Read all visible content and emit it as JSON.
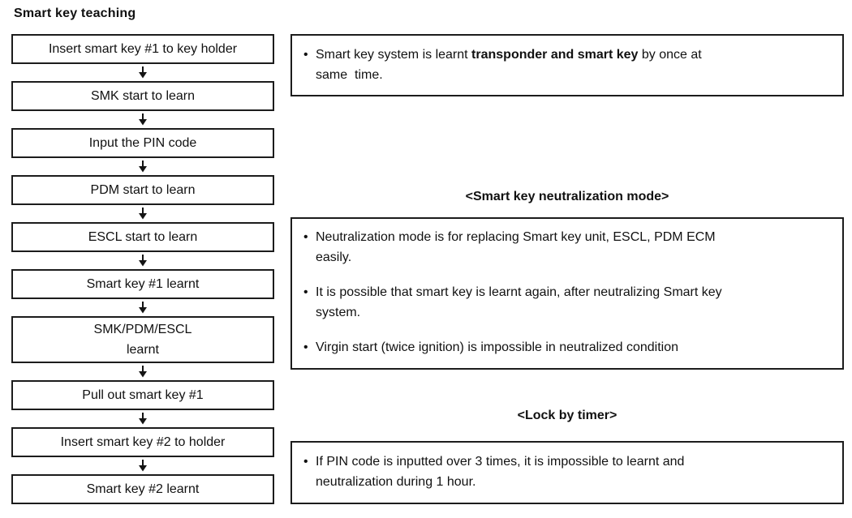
{
  "page": {
    "title": "Smart key teaching"
  },
  "colors": {
    "background": "#ffffff",
    "border": "#1c1c1c",
    "text": "#111111"
  },
  "icons": {
    "flow_arrow": "arrow-down"
  },
  "bullet_char": "•",
  "flowchart": {
    "steps": [
      "Insert smart key #1 to key holder",
      "SMK start to learn",
      "Input the PIN code",
      "PDM start to learn",
      "ESCL start to learn",
      "Smart key #1 learnt",
      "SMK/PDM/ESCL\nlearnt",
      "Pull out smart key #1",
      "Insert smart key #2 to holder",
      "Smart key #2 learnt"
    ]
  },
  "notes": {
    "transponder": {
      "pre": "Smart key system is learnt ",
      "bold": "transponder and smart key",
      "post": " by once at\nsame  time."
    },
    "neutralization": {
      "heading": "<Smart key neutralization mode>",
      "bullets": [
        "Neutralization mode is for replacing Smart key unit, ESCL, PDM ECM\neasily.",
        "It is possible that smart key is learnt again, after neutralizing Smart key\nsystem.",
        "Virgin start (twice ignition) is impossible in neutralized condition"
      ]
    },
    "lock_by_timer": {
      "heading": "<Lock by timer>",
      "bullets": [
        "If PIN code is inputted over 3 times, it is impossible to learnt and\nneutralization during 1 hour."
      ]
    }
  }
}
